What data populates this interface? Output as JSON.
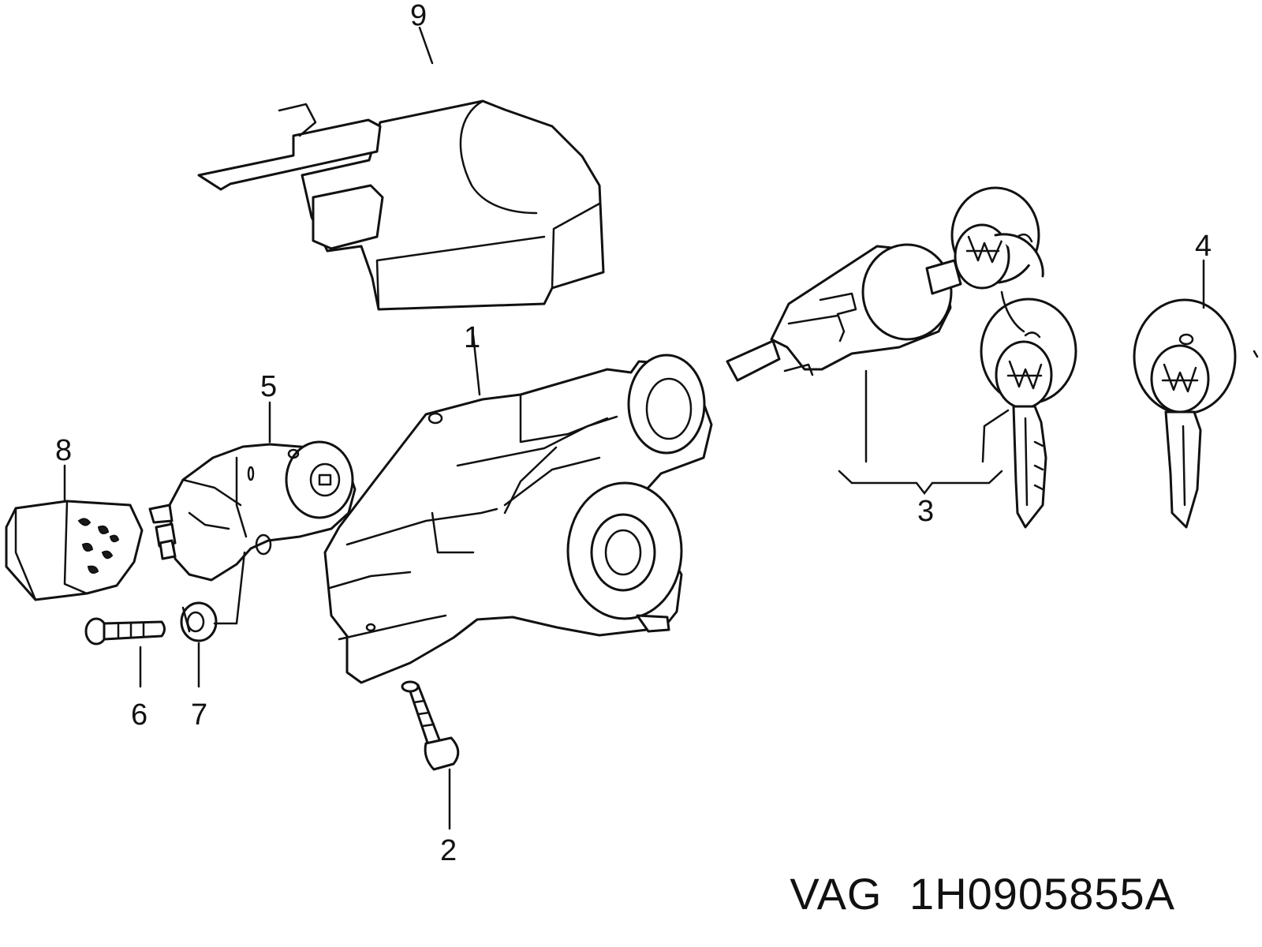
{
  "callouts": [
    {
      "id": "9",
      "label": "9"
    },
    {
      "id": "1",
      "label": "1"
    },
    {
      "id": "5",
      "label": "5"
    },
    {
      "id": "8",
      "label": "8"
    },
    {
      "id": "4",
      "label": "4"
    },
    {
      "id": "3",
      "label": "3"
    },
    {
      "id": "6",
      "label": "6"
    },
    {
      "id": "7",
      "label": "7"
    },
    {
      "id": "2",
      "label": "2"
    }
  ],
  "caption": {
    "brand": "VAG",
    "part_number": "1H0905855A"
  },
  "colors": {
    "line": "#111111",
    "background": "#ffffff"
  }
}
